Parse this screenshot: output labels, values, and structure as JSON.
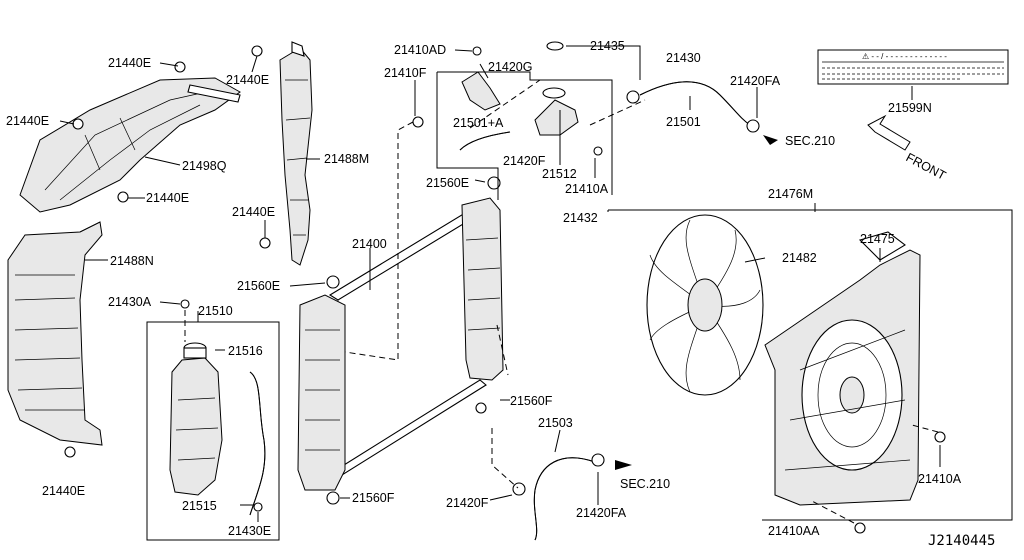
{
  "labels": {
    "l21440E_a": "21440E",
    "l21440E_b": "21440E",
    "l21440E_c": "21440E",
    "l21440E_d": "21440E",
    "l21440E_e": "21440E",
    "l21440E_f": "21440E",
    "l21498Q": "21498Q",
    "l21488M": "21488M",
    "l21488N": "21488N",
    "l21430A": "21430A",
    "l21510": "21510",
    "l21516": "21516",
    "l21515": "21515",
    "l21430E": "21430E",
    "l21560E_a": "21560E",
    "l21560E_b": "21560E",
    "l21560F_a": "21560F",
    "l21560F_b": "21560F",
    "l21400": "21400",
    "l21410F": "21410F",
    "l21410AD": "21410AD",
    "l21420G": "21420G",
    "l21435": "21435",
    "l21430": "21430",
    "l21501A": "21501+A",
    "l21420F_a": "21420F",
    "l21420F_b": "21420F",
    "l21512": "21512",
    "l21410A_a": "21410A",
    "l21410A_b": "21410A",
    "l21432": "21432",
    "l21501": "21501",
    "l21420FA_a": "21420FA",
    "l21420FA_b": "21420FA",
    "l21599N": "21599N",
    "l21476M": "21476M",
    "l21482": "21482",
    "l21475": "21475",
    "l21503": "21503",
    "l21410AA": "21410AA",
    "sec210_a": "SEC.210",
    "sec210_b": "SEC.210",
    "front": "FRONT",
    "diagram_id": "J2140445",
    "caution_title": "⚠ - - / - - - - - - - - - - - - -"
  }
}
